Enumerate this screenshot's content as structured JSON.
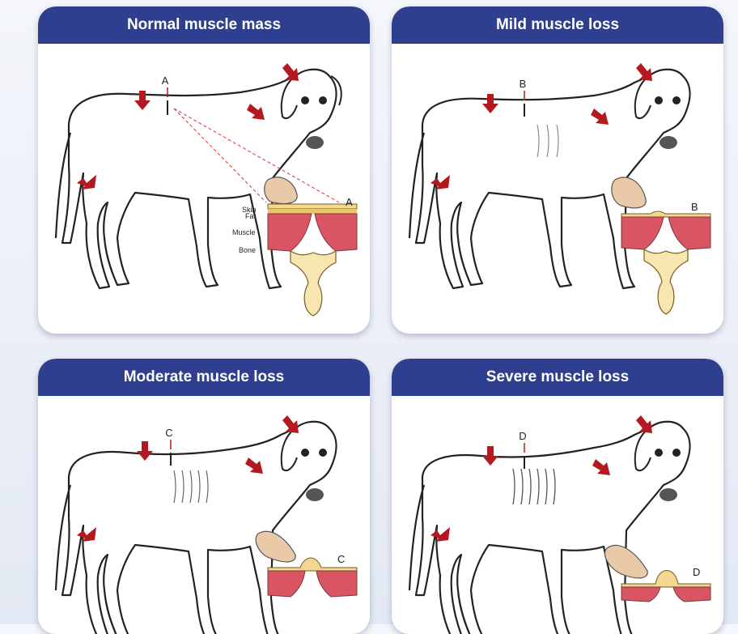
{
  "panels": [
    {
      "title": "Normal muscle mass",
      "marker": "A",
      "inset_label": "A"
    },
    {
      "title": "Mild muscle loss",
      "marker": "B",
      "inset_label": "B"
    },
    {
      "title": "Moderate muscle loss",
      "marker": "C",
      "inset_label": "C"
    },
    {
      "title": "Severe muscle loss",
      "marker": "D",
      "inset_label": "D"
    }
  ],
  "layers": {
    "skin": "Skin",
    "fat": "Fat",
    "muscle": "Muscle",
    "bone": "Bone"
  },
  "colors": {
    "header": "#2e3f8f",
    "arrow": "#b3191f",
    "muscle": "#d95563",
    "fat": "#f2d890",
    "bone": "#f7e6b0"
  }
}
